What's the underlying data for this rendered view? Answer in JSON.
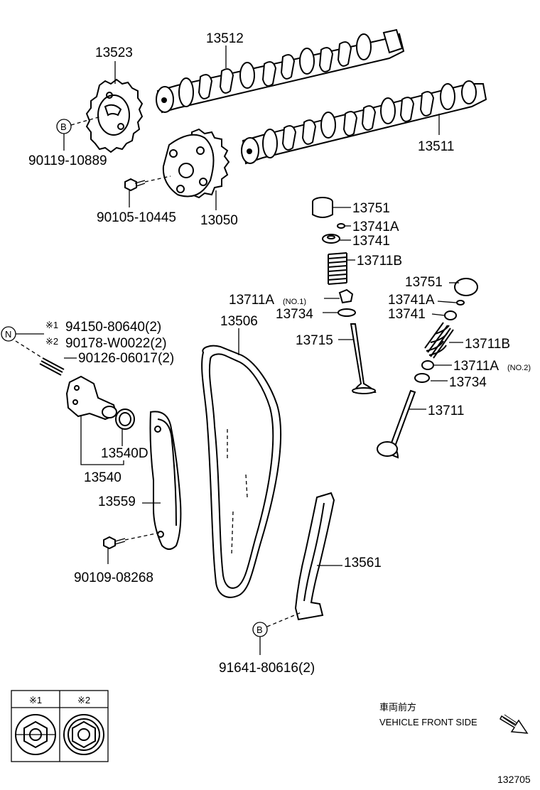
{
  "parts": {
    "p13523": "13523",
    "p13512": "13512",
    "p13511": "13511",
    "p13050": "13050",
    "p90119": "90119-10889",
    "p90105": "90105-10445",
    "p13751a": "13751",
    "p13741Aa": "13741A",
    "p13741a": "13741",
    "p13711Ba": "13711B",
    "p13711Aa": "13711A",
    "p13711Aa_note": "(NO.1)",
    "p13734a": "13734",
    "p13715": "13715",
    "p13751b": "13751",
    "p13741Ab": "13741A",
    "p13741b": "13741",
    "p13711Bb": "13711B",
    "p13711Ab": "13711A",
    "p13711Ab_note": "(NO.2)",
    "p13734b": "13734",
    "p13711": "13711",
    "p13506": "13506",
    "p94150": "94150-80640(2)",
    "p90178": "90178-W0022(2)",
    "p90126": "90126-06017(2)",
    "p13540D": "13540D",
    "p13540": "13540",
    "p13559": "13559",
    "p90109": "90109-08268",
    "p13561": "13561",
    "p91641": "91641-80616(2)"
  },
  "markers": {
    "mark1": "※1",
    "mark2": "※2",
    "circle_b": "B",
    "circle_n": "N"
  },
  "legend": {
    "col1": "※1",
    "col2": "※2"
  },
  "direction": {
    "jp": "車両前方",
    "en": "VEHICLE FRONT SIDE"
  },
  "diagram_id": "132705"
}
